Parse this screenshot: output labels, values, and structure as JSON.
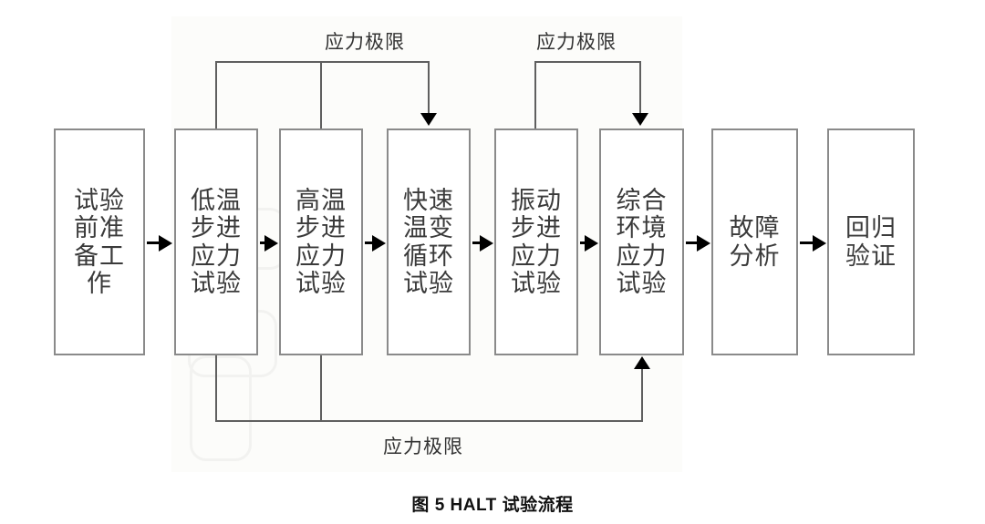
{
  "figure": {
    "caption": "图 5    HALT 试验流程",
    "caption_number": "图 5",
    "caption_title": "HALT 试验流程"
  },
  "diagram": {
    "type": "flowchart",
    "orientation": "left-to-right",
    "boxes": [
      {
        "id": "prep",
        "label": "试验\n前准\n备工\n作"
      },
      {
        "id": "low-temp",
        "label": "低温\n步进\n应力\n试验"
      },
      {
        "id": "high-temp",
        "label": "高温\n步进\n应力\n试验"
      },
      {
        "id": "temp-cycle",
        "label": "快速\n温变\n循环\n试验"
      },
      {
        "id": "vibration",
        "label": "振动\n步进\n应力\n试验"
      },
      {
        "id": "combined",
        "label": "综合\n环境\n应力\n试验"
      },
      {
        "id": "fault",
        "label": "故障\n分析"
      },
      {
        "id": "regression",
        "label": "回归\n验证"
      }
    ],
    "forward_arrows": [
      {
        "from": "prep",
        "to": "low-temp"
      },
      {
        "from": "low-temp",
        "to": "high-temp"
      },
      {
        "from": "high-temp",
        "to": "temp-cycle"
      },
      {
        "from": "temp-cycle",
        "to": "vibration"
      },
      {
        "from": "vibration",
        "to": "combined"
      },
      {
        "from": "combined",
        "to": "fault"
      },
      {
        "from": "fault",
        "to": "regression"
      }
    ],
    "feedback_loops": [
      {
        "id": "loop-top-left",
        "label": "应力极限",
        "sources": [
          "low-temp",
          "high-temp"
        ],
        "target": "temp-cycle",
        "route": "top"
      },
      {
        "id": "loop-top-right",
        "label": "应力极限",
        "sources": [
          "vibration"
        ],
        "target": "combined",
        "route": "top"
      },
      {
        "id": "loop-bottom",
        "label": "应力极限",
        "sources": [
          "low-temp",
          "high-temp"
        ],
        "target": "combined",
        "route": "bottom"
      }
    ]
  },
  "colors": {
    "box_border": "#8a8a8a",
    "line": "#5f5f5f",
    "arrow_head": "#000000",
    "text": "#3a3a3a",
    "caption_text": "#111111",
    "background": "#ffffff",
    "tint": "#fcfcfa"
  }
}
